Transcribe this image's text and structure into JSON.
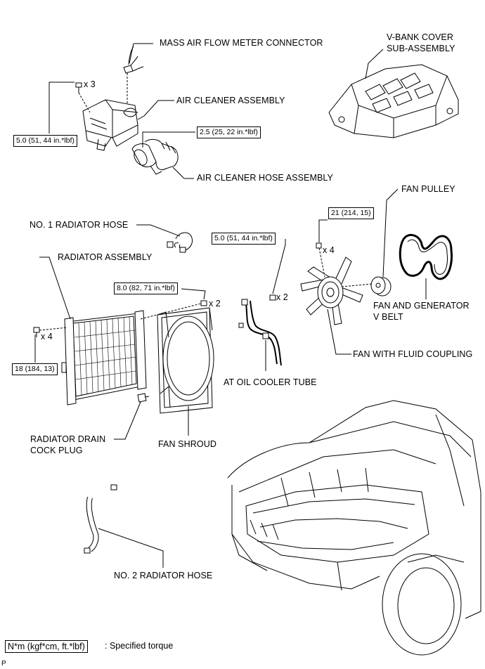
{
  "labels": {
    "maf_connector": "MASS AIR FLOW METER CONNECTOR",
    "vbank_cover_1": "V-BANK COVER",
    "vbank_cover_2": "SUB-ASSEMBLY",
    "air_cleaner": "AIR CLEANER ASSEMBLY",
    "air_cleaner_hose": "AIR CLEANER HOSE ASSEMBLY",
    "fan_pulley": "FAN PULLEY",
    "no1_radiator_hose": "NO. 1 RADIATOR HOSE",
    "radiator_assembly": "RADIATOR ASSEMBLY",
    "fan_gen_belt_1": "FAN AND GENERATOR",
    "fan_gen_belt_2": "V BELT",
    "fan_fluid_coupling": "FAN WITH FLUID COUPLING",
    "at_oil_cooler": "AT OIL COOLER TUBE",
    "drain_cock_1": "RADIATOR DRAIN",
    "drain_cock_2": "COCK PLUG",
    "fan_shroud": "FAN SHROUD",
    "no2_radiator_hose": "NO. 2 RADIATOR HOSE"
  },
  "torques": {
    "air_cleaner_bolt": "5.0 (51, 44 in.*lbf)",
    "hose_clamp": "2.5 (25, 22 in.*lbf)",
    "fan_nut": "21 (214, 15)",
    "at_tube_bolt": "5.0 (51, 44 in.*lbf)",
    "shroud_bolt": "8.0 (82, 71 in.*lbf)",
    "radiator_bolt": "18 (184, 13)"
  },
  "quantities": {
    "air_cleaner_bolt": "x 3",
    "fan_nut": "x 4",
    "at_tube_bolt": "x 2",
    "shroud_bolt": "x 2",
    "radiator_bolt": "x 4"
  },
  "legend": {
    "box": "N*m (kgf*cm, ft.*lbf)",
    "text": ": Specified torque"
  },
  "footer": "P"
}
